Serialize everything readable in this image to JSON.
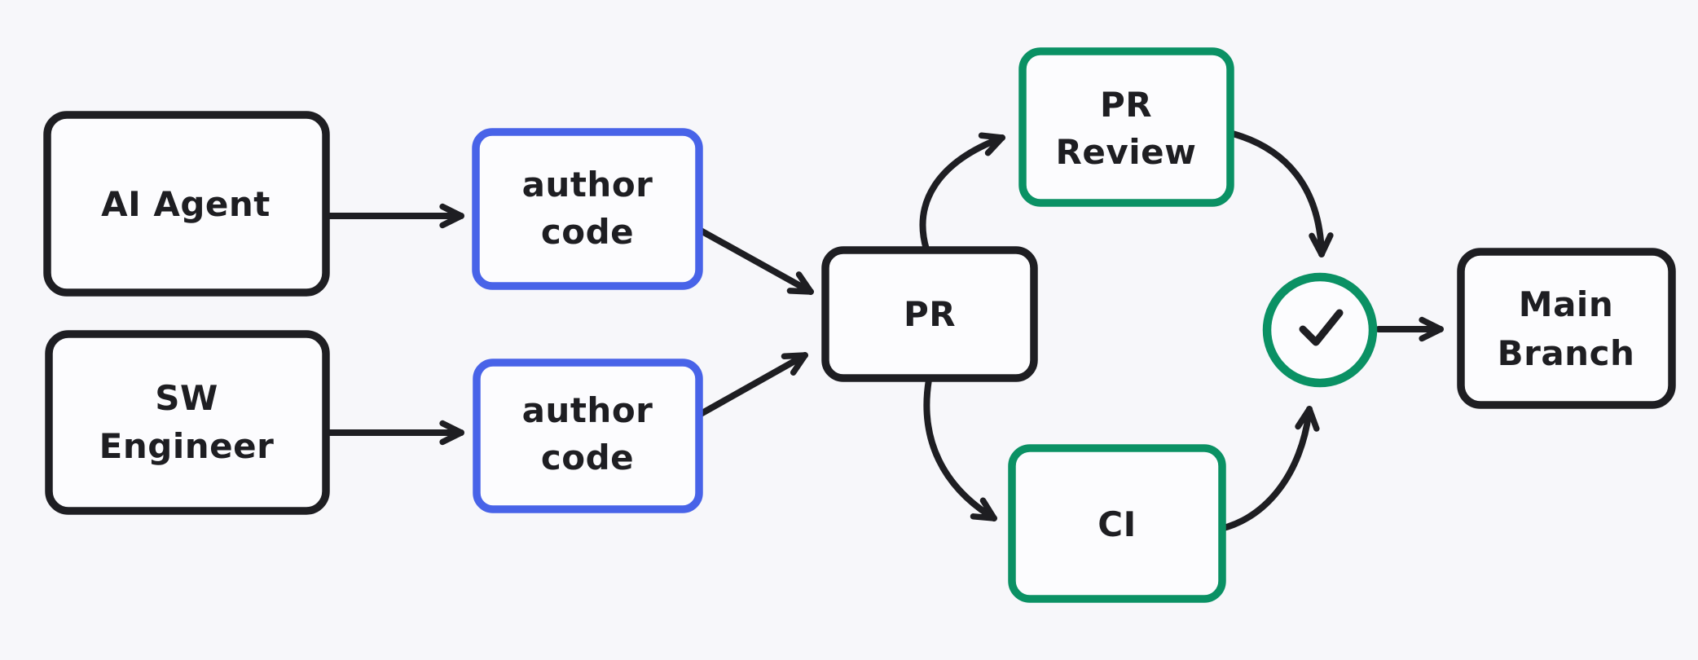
{
  "theme": {
    "background": "#f7f7fa",
    "node_fill": "#fcfcfe",
    "stroke_black": "#1e1e22",
    "stroke_blue": "#4863e8",
    "stroke_green": "#0a9164",
    "text_color": "#1e1e22"
  },
  "nodes": {
    "ai_agent": {
      "label": "AI Agent"
    },
    "sw_engineer": {
      "label_line1": "SW",
      "label_line2": "Engineer"
    },
    "author_code_top": {
      "label_line1": "author",
      "label_line2": "code"
    },
    "author_code_bottom": {
      "label_line1": "author",
      "label_line2": "code"
    },
    "pr": {
      "label": "PR"
    },
    "pr_review": {
      "label_line1": "PR",
      "label_line2": "Review"
    },
    "ci": {
      "label": "CI"
    },
    "approval_check": {
      "icon": "checkmark"
    },
    "main_branch": {
      "label_line1": "Main",
      "label_line2": "Branch"
    }
  },
  "edges": [
    {
      "from": "AI Agent",
      "to": "author code (top)"
    },
    {
      "from": "SW Engineer",
      "to": "author code (bottom)"
    },
    {
      "from": "author code (top)",
      "to": "PR"
    },
    {
      "from": "author code (bottom)",
      "to": "PR"
    },
    {
      "from": "PR",
      "to": "PR Review"
    },
    {
      "from": "PR",
      "to": "CI"
    },
    {
      "from": "PR Review",
      "to": "approval check"
    },
    {
      "from": "CI",
      "to": "approval check"
    },
    {
      "from": "approval check",
      "to": "Main Branch"
    }
  ]
}
